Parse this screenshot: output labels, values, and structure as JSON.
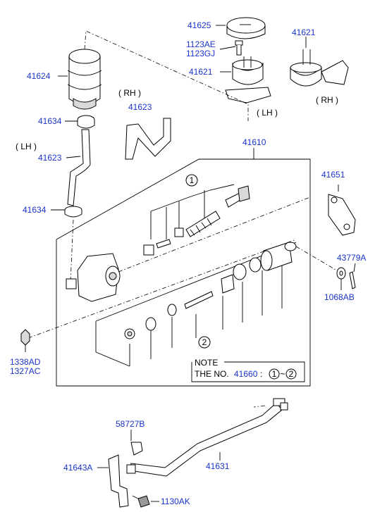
{
  "part_labels": {
    "p41625": "41625",
    "p1123AE": "1123AE",
    "p1123GJ": "1123GJ",
    "p41621_a": "41621",
    "p41621_b": "41621",
    "p41624": "41624",
    "p41623_rh": "41623",
    "p41634_a": "41634",
    "p41623_lh": "41623",
    "p41634_b": "41634",
    "p41610": "41610",
    "p41651": "41651",
    "p43779A": "43779A",
    "p1068AB": "1068AB",
    "p1338AD": "1338AD",
    "p1327AC": "1327AC",
    "p58727B": "58727B",
    "p41643A": "41643A",
    "p41631": "41631",
    "p1130AK": "1130AK"
  },
  "side_labels": {
    "rh_left": "( RH )",
    "lh_left": "( LH )",
    "lh_right": "( LH )",
    "rh_right": "( RH )"
  },
  "callouts": {
    "group1": "1",
    "group2": "2"
  },
  "note": {
    "title": "NOTE",
    "prefix": "THE NO.",
    "part": "41660",
    "separator": ":",
    "from": "1",
    "tilde": "~",
    "to": "2"
  },
  "colors": {
    "part_number": "#1a33cc",
    "text": "#000000"
  }
}
